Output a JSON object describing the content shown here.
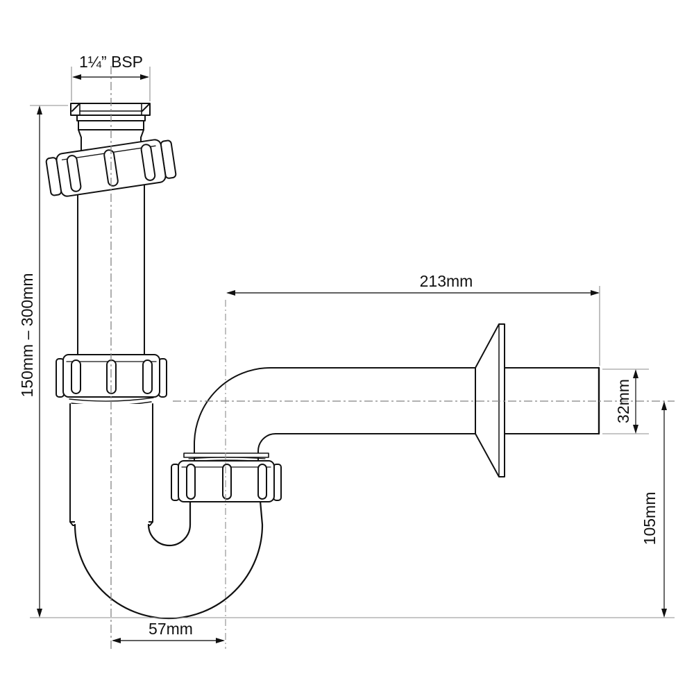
{
  "drawing": {
    "title": "p-trap-dimension-diagram",
    "colors": {
      "background": "#ffffff",
      "outline": "#111111",
      "centerline": "#828282",
      "extension_line": "#8c8c8c",
      "dimension_line": "#2b2b2b",
      "text": "#111111"
    },
    "labels": {
      "thread_size": "1¼” BSP",
      "height_range": "150mm – 300mm",
      "reach": "213mm",
      "outlet_diameter": "32mm",
      "outlet_drop": "105mm",
      "trap_offset": "57mm"
    }
  }
}
